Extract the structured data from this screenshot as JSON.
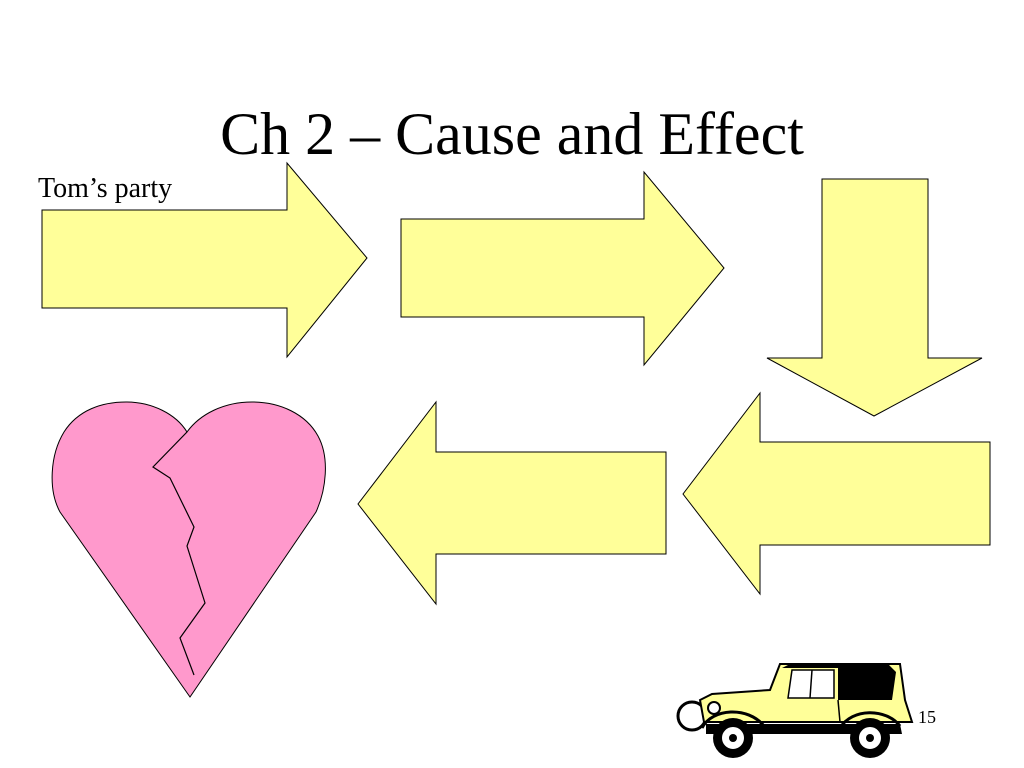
{
  "slide": {
    "title": "Ch 2 – Cause and Effect",
    "start_label": "Tom’s party",
    "page_number": "15"
  },
  "colors": {
    "arrow_fill": "#ffff99",
    "heart_fill": "#ff99cc",
    "outline": "#000000",
    "car_body": "#ffff99",
    "car_roof": "#000000"
  },
  "diagram": {
    "flow": [
      "arrow-right-1",
      "arrow-right-2",
      "arrow-down",
      "arrow-left-1",
      "arrow-left-2",
      "broken-heart"
    ]
  },
  "icons": {
    "end_shape": "broken-heart-icon",
    "clipart": "vintage-car-icon"
  }
}
